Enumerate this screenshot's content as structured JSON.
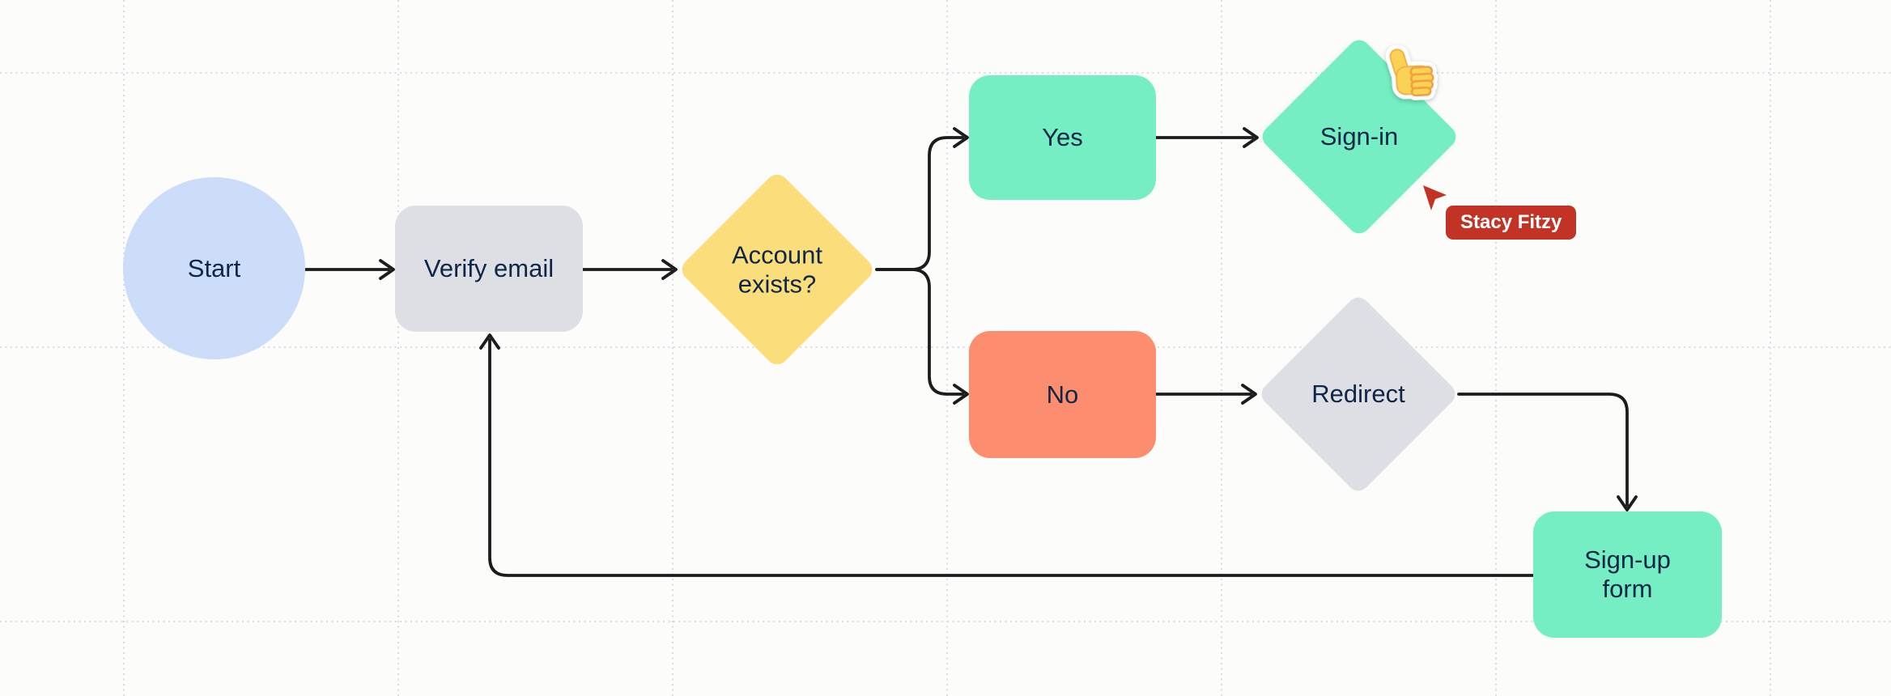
{
  "canvas": {
    "background": "#FCFCFA",
    "grid_color": "#DBDBE1"
  },
  "nodes": {
    "start": {
      "label": "Start",
      "shape": "circle",
      "fill": "#CBDDF8"
    },
    "verify": {
      "label": "Verify email",
      "shape": "rect",
      "fill": "#DDDFE4"
    },
    "account": {
      "label": "Account exists?",
      "shape": "diamond",
      "fill": "#FBDE7C"
    },
    "yes": {
      "label": "Yes",
      "shape": "rect",
      "fill": "#74EEC2"
    },
    "signin": {
      "label": "Sign-in",
      "shape": "diamond",
      "fill": "#74EEC2"
    },
    "no": {
      "label": "No",
      "shape": "rect",
      "fill": "#FC8D6E"
    },
    "redirect": {
      "label": "Redirect",
      "shape": "diamond",
      "fill": "#DDDFE4"
    },
    "signup": {
      "label": "Sign-up form",
      "shape": "rect",
      "fill": "#74EEC2"
    }
  },
  "connectors": [
    "start-to-verify",
    "verify-to-account",
    "account-to-yes",
    "account-to-no",
    "yes-to-signin",
    "no-to-redirect",
    "redirect-to-signup",
    "signup-to-verify"
  ],
  "collaborator": {
    "name": "Stacy Fitzy",
    "color": "#C23325"
  },
  "sticker": {
    "icon": "thumbs-up-emoji",
    "body_color": "#FCD255",
    "detail_color": "#EFA23F"
  },
  "styles": {
    "text_color": "#102647",
    "connector_color": "#1C1C1C"
  }
}
